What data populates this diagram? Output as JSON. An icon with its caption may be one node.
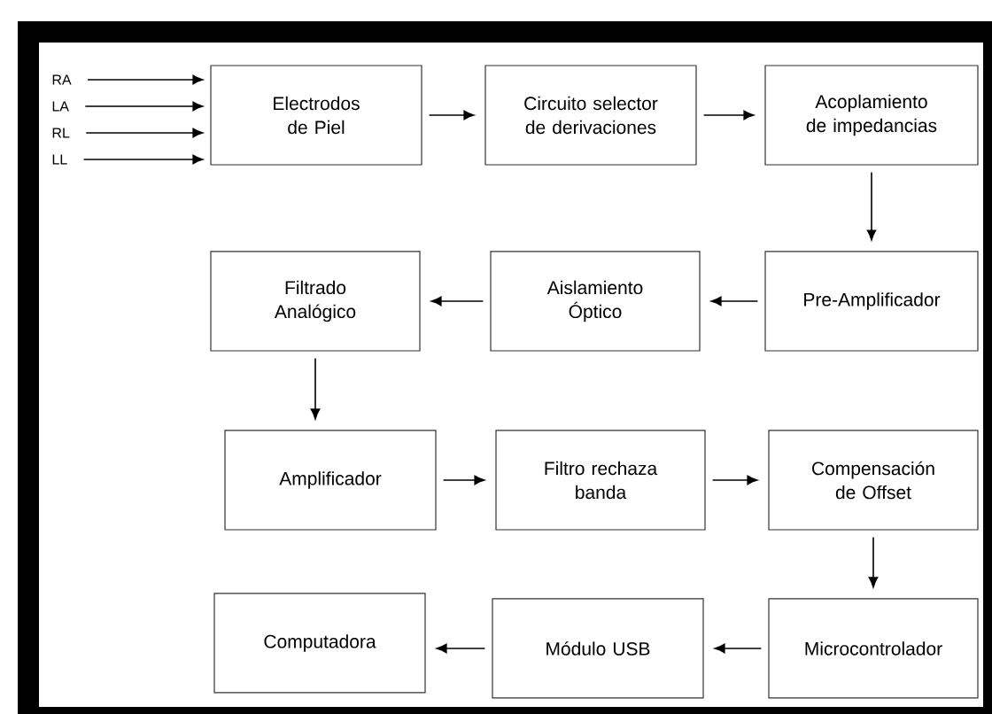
{
  "diagram": {
    "nodes": [
      {
        "text": [
          "RA"
        ]
      },
      {
        "text": [
          "LA"
        ]
      },
      {
        "text": [
          "RL"
        ]
      },
      {
        "text": [
          "LL"
        ]
      },
      {
        "text": [
          "Electrodos de Piel"
        ]
      },
      {
        "text": [
          "Circuito selector de derivaciones"
        ]
      },
      {
        "text": [
          "Acoplamiento de impedancias"
        ]
      },
      {
        "text": [
          "Filtrado Analógico"
        ]
      },
      {
        "text": [
          "Aislamiento Óptico"
        ]
      },
      {
        "text": [
          "Pre-Amplificador"
        ]
      },
      {
        "text": [
          "Amplificador"
        ]
      },
      {
        "text": [
          "Filtro rechaza banda"
        ]
      },
      {
        "text": [
          "Compensación de Offset"
        ]
      },
      {
        "text": [
          "Computadora"
        ]
      },
      {
        "text": [
          "Módulo USB"
        ]
      },
      {
        "text": [
          "Microcontrolador"
        ]
      }
    ],
    "edges": [
      {
        "from": 0,
        "to": 4,
        "arrow": "to"
      },
      {
        "from": 1,
        "to": 4,
        "arrow": "to"
      },
      {
        "from": 2,
        "to": 4,
        "arrow": "to"
      },
      {
        "from": 3,
        "to": 4,
        "arrow": "to"
      },
      {
        "from": 4,
        "to": 5,
        "arrow": "to"
      },
      {
        "from": 5,
        "to": 6,
        "arrow": "to"
      },
      {
        "from": 6,
        "to": 9,
        "arrow": "to"
      },
      {
        "from": 9,
        "to": 8,
        "arrow": "to"
      },
      {
        "from": 8,
        "to": 7,
        "arrow": "to"
      },
      {
        "from": 7,
        "to": 10,
        "arrow": "to"
      },
      {
        "from": 10,
        "to": 11,
        "arrow": "to"
      },
      {
        "from": 11,
        "to": 12,
        "arrow": "to"
      },
      {
        "from": 12,
        "to": 15,
        "arrow": "to"
      },
      {
        "from": 15,
        "to": 14,
        "arrow": "to"
      },
      {
        "from": 14,
        "to": 13,
        "arrow": "to"
      }
    ]
  }
}
